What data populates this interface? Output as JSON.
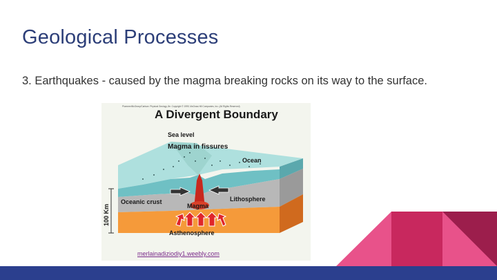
{
  "slide": {
    "title": "Geological Processes",
    "body": "3. Earthquakes - caused by the magma breaking rocks on its way to the surface."
  },
  "diagram": {
    "copyright": "Plummer/McGeary/Carlson: Physical Geology, 8e. Copyright © 1999, McGraw-Hill Companies, Inc. (All Rights Reserved)",
    "title": "A Divergent Boundary",
    "labels": {
      "sea_level": "Sea level",
      "magma_in_fissures": "Magma in fissures",
      "ocean": "Ocean",
      "oceanic_crust": "Oceanic crust",
      "lithosphere": "Lithosphere",
      "magma": "Magma",
      "asthenosphere": "Asthenosphere",
      "depth": "100 Km"
    },
    "source_link": "merlainadiziodiy1.weebly.com"
  },
  "colors": {
    "title": "#2c3e78",
    "bottom_bar": "#2b3f8e",
    "accent_pink": "#e8528a",
    "accent_magenta": "#c8285e",
    "accent_wine": "#9c1e4c",
    "ocean": "#7ec8c8",
    "asthenosphere": "#f08a2c"
  }
}
